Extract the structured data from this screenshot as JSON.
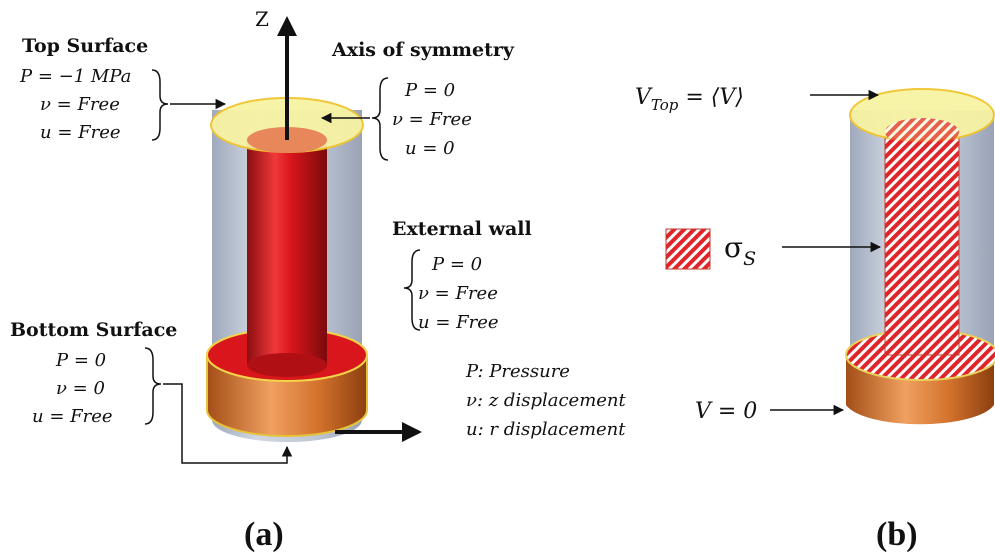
{
  "panel_a": {
    "axis_z": "Z",
    "top_surface": {
      "title": "Top Surface",
      "lines": [
        "P = −1 MPa",
        "ν = Free",
        "u = Free"
      ]
    },
    "axis_symmetry": {
      "title": "Axis of symmetry",
      "lines": [
        "P = 0",
        "ν = Free",
        "u = 0"
      ]
    },
    "external_wall": {
      "title": "External wall",
      "lines": [
        "P = 0",
        "ν = Free",
        "u = Free"
      ]
    },
    "bottom_surface": {
      "title": "Bottom Surface",
      "lines": [
        "P = 0",
        "ν = 0",
        "u = Free"
      ]
    },
    "legend": [
      "P: Pressure",
      "ν: z displacement",
      "u: r displacement"
    ],
    "label": "(a)"
  },
  "panel_b": {
    "v_top": "V",
    "v_top_sub": "Top",
    "v_top_rhs": " = ⟨V⟩",
    "sigma": "σ",
    "sigma_sub": "S",
    "v_zero": "V = 0",
    "label": "(b)"
  },
  "colors": {
    "rod_red": "#d8161b",
    "top_yellow": "#f7f3a3",
    "copper": "#d2722c",
    "glass": "#aab4c6",
    "rod_top": "#e8875a"
  }
}
